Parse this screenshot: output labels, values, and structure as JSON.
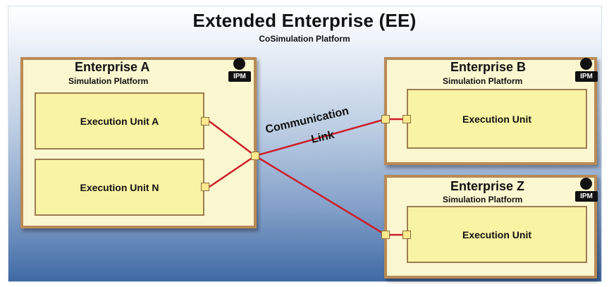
{
  "diagram": {
    "title": "Extended Enterprise (EE)",
    "subtitle": "CoSimulation Platform",
    "link_label_line1": "Communication",
    "link_label_line2": "Link",
    "enterprise_a": {
      "title": "Enterprise A",
      "platform": "Simulation Platform",
      "badge": "IPM",
      "units": [
        "Execution Unit A",
        "Execution Unit N"
      ]
    },
    "enterprise_b": {
      "title": "Enterprise B",
      "platform": "Simulation Platform",
      "badge": "IPM",
      "unit": "Execution Unit"
    },
    "enterprise_z": {
      "title": "Enterprise Z",
      "platform": "Simulation Platform",
      "badge": "IPM",
      "unit": "Execution Unit"
    },
    "colors": {
      "enterprise_fill": "#fbf7d0",
      "enterprise_border": "#b98a57",
      "unit_fill": "#f9f3a4",
      "link": "#cc1f2b",
      "background_top": "#ffffff",
      "background_bottom": "#3f6aa5"
    }
  }
}
